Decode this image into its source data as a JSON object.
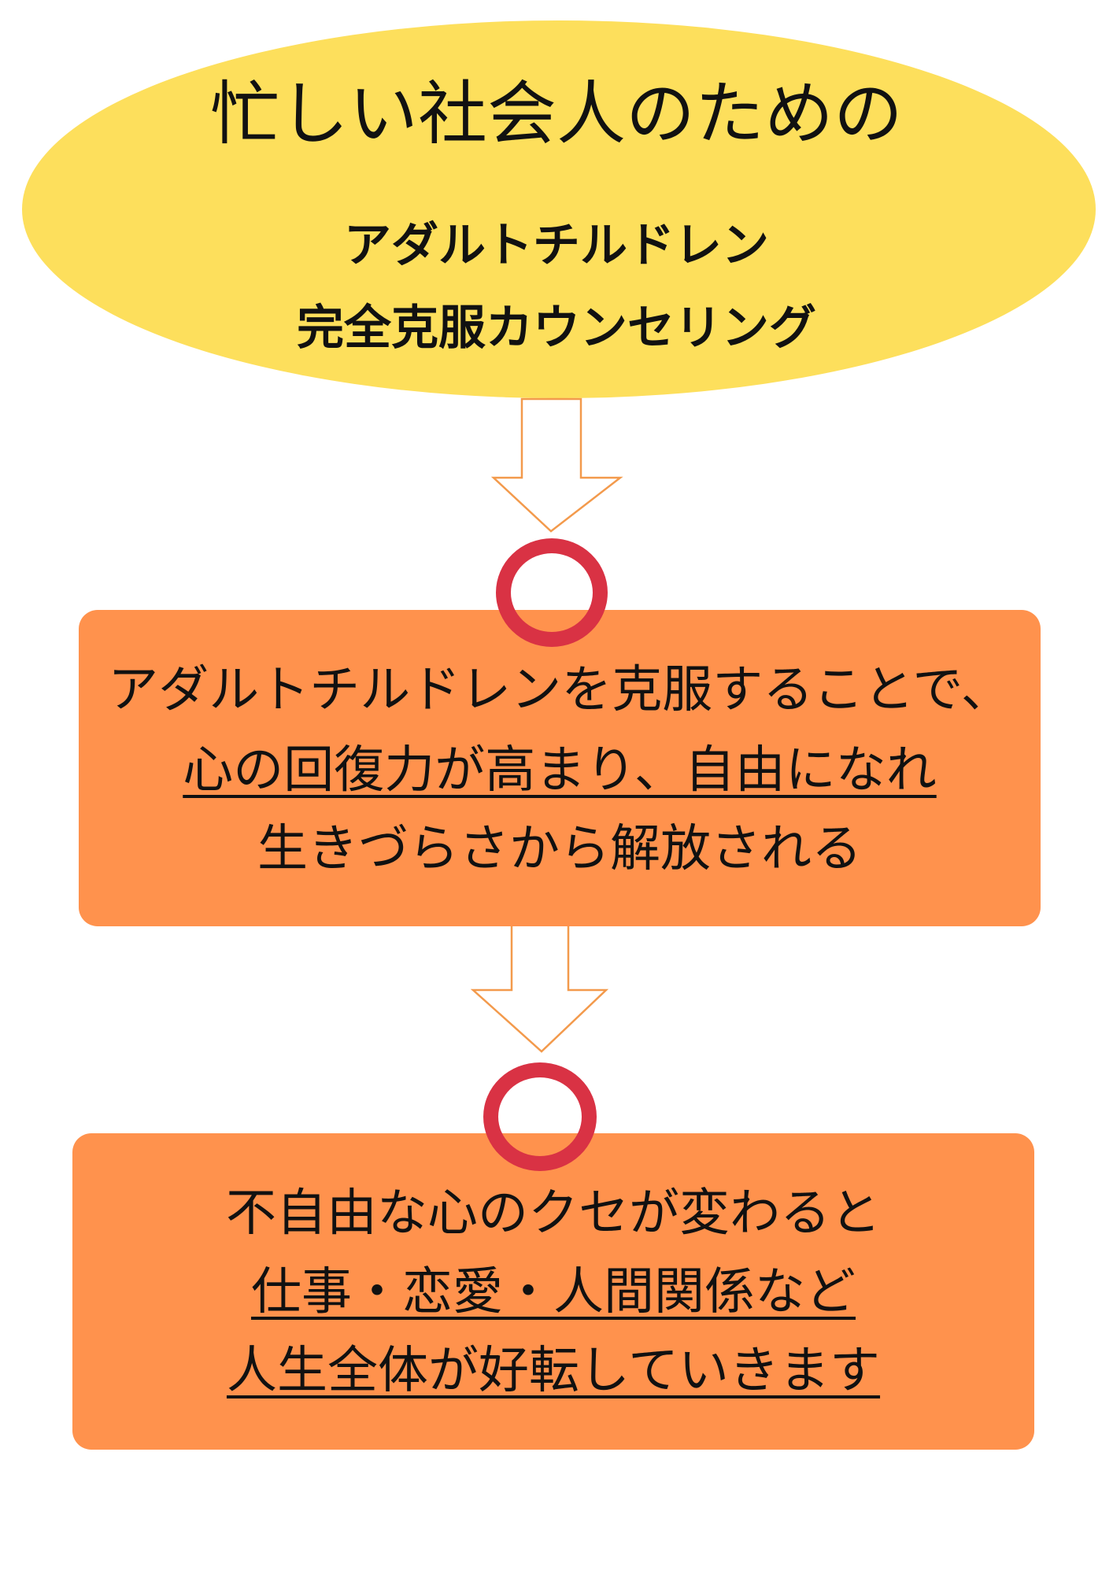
{
  "header": {
    "line1": "忙しい社会人のための",
    "line2": "アダルトチルドレン",
    "line3": "完全克服カウンセリング"
  },
  "steps": [
    {
      "lines": [
        "アダルトチルドレンを克服することで、",
        "心の回復力が高まり、自由になれ",
        "生きづらさから解放される"
      ],
      "underlined_lines": [
        2
      ]
    },
    {
      "lines": [
        "不自由な心のクセが変わると",
        "仕事・恋愛・人間関係など",
        "人生全体が好転していきます"
      ],
      "underlined_lines": [
        2,
        3
      ]
    }
  ],
  "colors": {
    "ellipse_fill": "#fddf5c",
    "box_fill": "#ff924d",
    "arrow_stroke": "#f39a4c",
    "arrow_fill": "#ffffff",
    "ring_color": "#d93244",
    "text": "#111111"
  },
  "icons": {
    "arrow": "down-arrow-icon",
    "ring": "circle-ok-icon"
  }
}
